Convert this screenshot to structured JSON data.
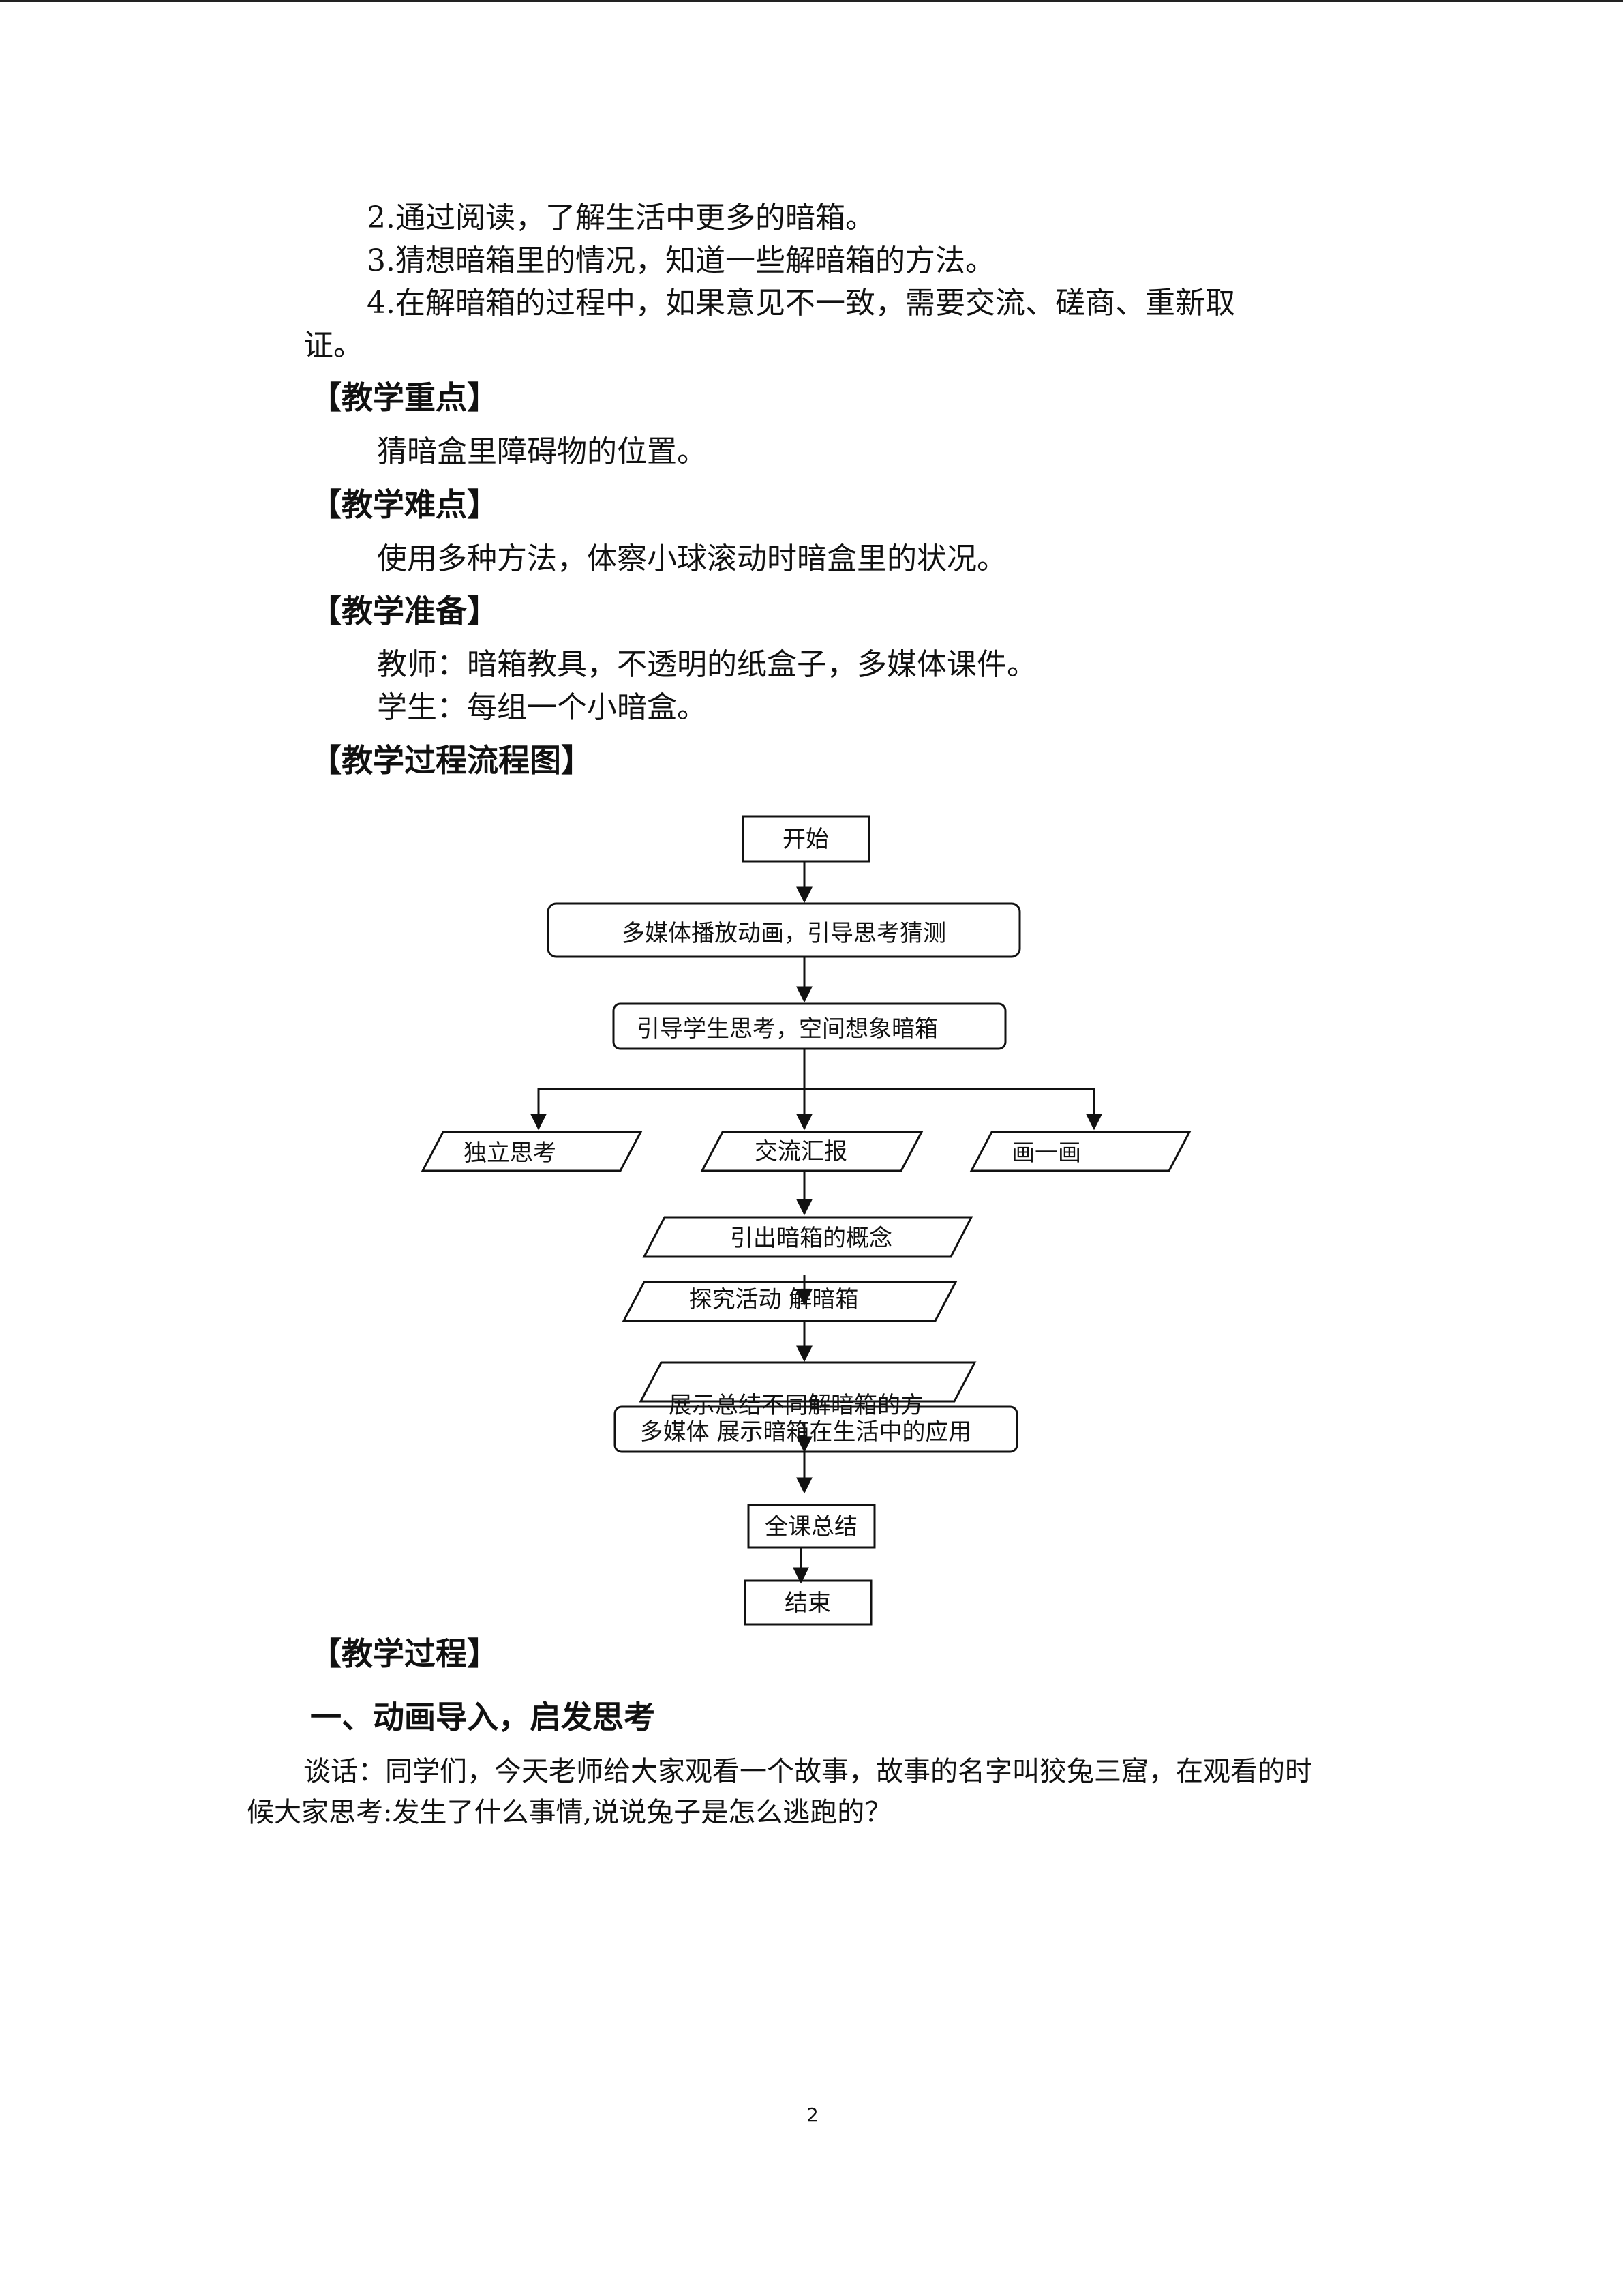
{
  "objectives": [
    "2.通过阅读，了解生活中更多的暗箱。",
    "3.猜想暗箱里的情况，知道一些解暗箱的方法。",
    "4.在解暗箱的过程中，如果意见不一致，需要交流、磋商、重新取",
    "证。"
  ],
  "focus": {
    "heading": "【教学重点】",
    "text": "猜暗盒里障碍物的位置。"
  },
  "difficulty": {
    "heading": "【教学难点】",
    "text": "使用多种方法，体察小球滚动时暗盒里的状况。"
  },
  "preparation": {
    "heading": "【教学准备】",
    "teacher": "教师：暗箱教具，不透明的纸盒子，多媒体课件。",
    "student": "学生：每组一个小暗盒。"
  },
  "flowchart": {
    "heading": "【教学过程流程图】",
    "start": "开始",
    "step1": "多媒体播放动画，引导思考猜测",
    "step2": "引导学生思考，空间想象暗箱",
    "branch_left": "独立思考",
    "branch_mid": "交流汇报",
    "branch_right": "画一画",
    "step3": "引出暗箱的概念",
    "step4": "探究活动 解暗箱",
    "step5": "展示总结不同解暗箱的方",
    "step6": "多媒体  展示暗箱在生活中的应用",
    "step7": "全课总结",
    "end": "结束"
  },
  "process": {
    "heading": "【教学过程】",
    "section1": "一、动画导入，启发思考",
    "para_line1": "谈话：同学们，今天老师给大家观看一个故事，故事的名字叫狡兔三窟，在观看的时",
    "para_line2": "候大家思考:发生了什么事情,说说兔子是怎么逃跑的？"
  },
  "page_number": "2"
}
